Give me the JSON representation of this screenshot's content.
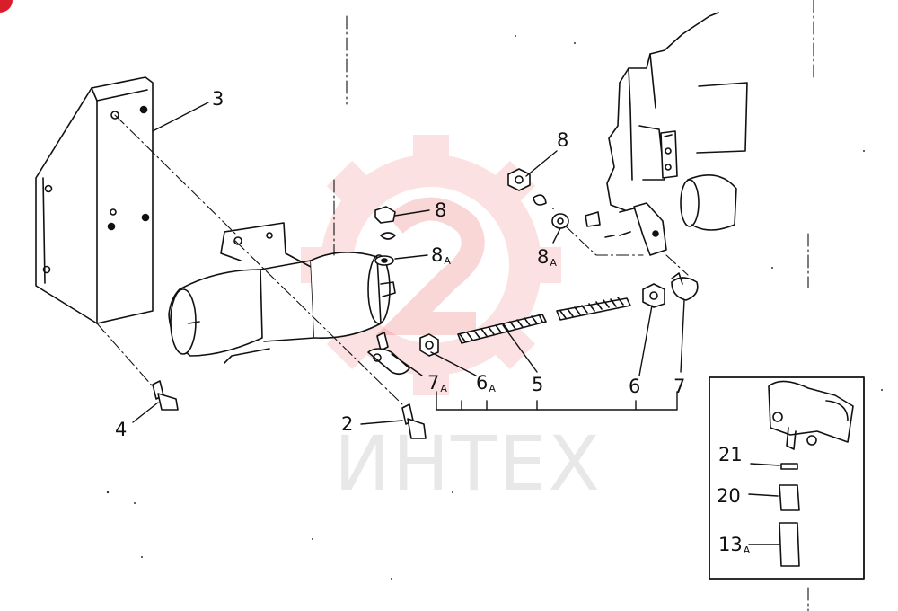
{
  "watermark": {
    "text": "ИНТЕХ",
    "color": "#e84a4a"
  },
  "callouts": {
    "c2": {
      "num": "2",
      "sub": ""
    },
    "c3": {
      "num": "3",
      "sub": ""
    },
    "c4": {
      "num": "4",
      "sub": ""
    },
    "c5": {
      "num": "5",
      "sub": ""
    },
    "c6": {
      "num": "6",
      "sub": ""
    },
    "c6a": {
      "num": "6",
      "sub": "A"
    },
    "c7": {
      "num": "7",
      "sub": ""
    },
    "c7a": {
      "num": "7",
      "sub": "A"
    },
    "c8l": {
      "num": "8",
      "sub": ""
    },
    "c8al": {
      "num": "8",
      "sub": "A"
    },
    "c8r": {
      "num": "8",
      "sub": ""
    },
    "c8ar": {
      "num": "8",
      "sub": "A"
    },
    "c21": {
      "num": "21",
      "sub": ""
    },
    "c20": {
      "num": "20",
      "sub": ""
    },
    "c13a": {
      "num": "13",
      "sub": "A"
    }
  }
}
